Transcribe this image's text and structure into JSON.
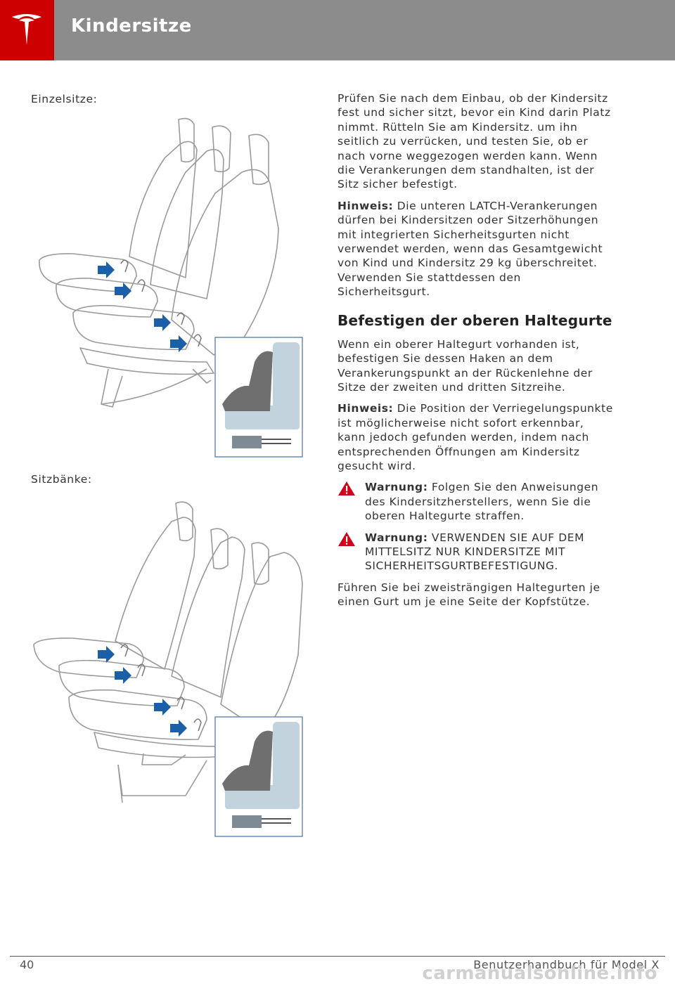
{
  "header": {
    "title": "Kindersitze",
    "brand_icon": "tesla-logo-icon"
  },
  "left": {
    "label_single": "Einzelsitze:",
    "label_bench": "Sitzbänke:"
  },
  "right": {
    "p1": "Prüfen Sie nach dem Einbau, ob der Kindersitz fest und sicher sitzt, bevor ein Kind darin Platz nimmt. Rütteln Sie am Kindersitz. um ihn seitlich zu verrücken, und testen Sie, ob er nach vorne weggezogen werden kann. Wenn die Verankerungen dem standhalten, ist der Sitz sicher befestigt.",
    "note1_label": "Hinweis:",
    "note1_text": " Die unteren LATCH-Verankerungen dürfen bei Kindersitzen oder Sitzerhöhungen mit integrierten Sicherheitsgurten nicht verwendet werden, wenn das Gesamtgewicht von Kind und Kindersitz 29 kg überschreitet. Verwenden Sie stattdessen den Sicherheitsgurt.",
    "heading": "Befestigen der oberen Haltegurte",
    "p2": "Wenn ein oberer Haltegurt vorhanden ist, befestigen Sie dessen Haken an dem Verankerungspunkt an der Rückenlehne der Sitze der zweiten und dritten Sitzreihe.",
    "note2_label": "Hinweis:",
    "note2_text": " Die Position der Verriegelungspunkte ist möglicherweise nicht sofort erkennbar, kann jedoch gefunden werden, indem nach entsprechenden Öffnungen am Kindersitz gesucht wird.",
    "warn1_label": "Warnung:",
    "warn1_text": " Folgen Sie den Anweisungen des Kindersitzherstellers, wenn Sie die oberen Haltegurte straffen.",
    "warn2_label": "Warnung:",
    "warn2_text": " VERWENDEN SIE AUF DEM MITTELSITZ NUR KINDERSITZE MIT SICHERHEITSGURTBEFESTIGUNG.",
    "p3": "Führen Sie bei zweisträngigen Haltegurten je einen Gurt um je eine Seite der Kopfstütze."
  },
  "footer": {
    "page_number": "40",
    "manual_title": "Benutzerhandbuch für Model X",
    "watermark": "carmanualsonline.info"
  },
  "colors": {
    "header_bg": "#8c8c8c",
    "logo_bg": "#cc0000",
    "arrow": "#1a5fa8",
    "warning": "#d0021b"
  }
}
